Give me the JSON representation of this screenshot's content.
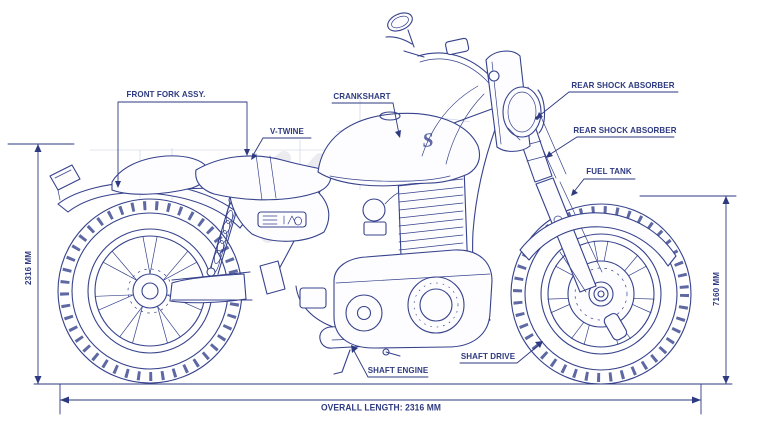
{
  "title": "Motorcycle blueprint technical diagram",
  "colors": {
    "ink": "#2e3a80",
    "line": "#36428c",
    "background": "#ffffff"
  },
  "callouts": {
    "front_fork": "FRONT FORK ASSY.",
    "v_twine": "V-TWINE",
    "crankshaft": "CRANKSHART",
    "rear_shock_top": "REAR SHOCK ABSORBER",
    "rear_shock_mid": "REAR SHOCK ABSORBER",
    "fuel_tank": "FUEL TANK",
    "shaft_engine": "SHAFT ENGINE",
    "shaft_drive": "SHAFT DRIVE"
  },
  "dimensions": {
    "overall_length": "OVERALL LENGTH: 2316 MM",
    "left_height": "2316 MM",
    "right_height": "7160 MM"
  },
  "tank_logo": "S"
}
